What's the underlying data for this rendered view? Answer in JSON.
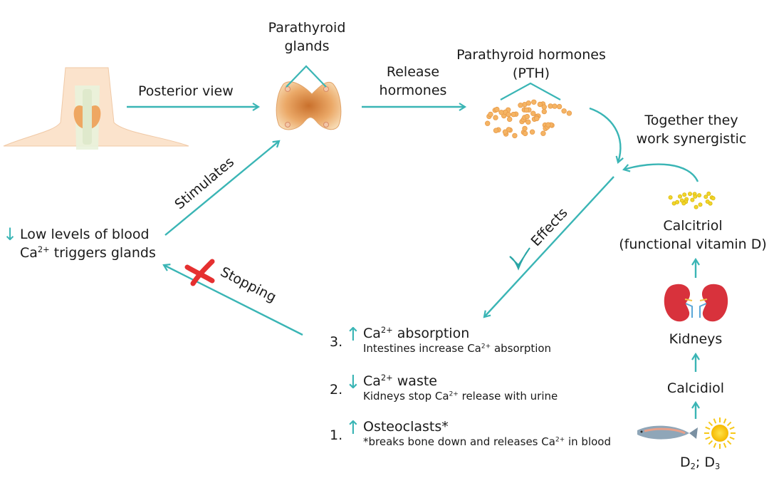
{
  "colors": {
    "arrow": "#3ab5b5",
    "cross": "#e53030",
    "gland": "#e9a866",
    "hormone": "#f5b464",
    "calcitriol": "#f2d62a",
    "kidney": "#d8323c",
    "sun": "#f7c81a",
    "fish": "#8fa6b8"
  },
  "icons": [
    "neck-illustration",
    "parathyroid-gland-icon",
    "pth-dots",
    "calcitriol-dots",
    "kidneys-icon",
    "fish-icon",
    "sun-icon",
    "red-x-icon",
    "checkmark-icon"
  ],
  "labels": {
    "parathyroid_glands": [
      "Parathyroid",
      "glands"
    ],
    "posterior_view": "Posterior view",
    "release_hormones": [
      "Release",
      "hormones"
    ],
    "pth": [
      "Parathyroid hormones",
      "(PTH)"
    ],
    "together": [
      "Together they",
      "work synergistic"
    ],
    "calcitriol": [
      "Calcitriol",
      "(functional vitamin D)"
    ],
    "kidneys": "Kidneys",
    "calcidiol": "Calcidiol",
    "d2d3": {
      "d": "D",
      "two": "2",
      "sep": "; ",
      "three": "3"
    },
    "stimulates": "Stimulates",
    "effects": "Effects",
    "stopping": "Stopping",
    "low_levels": {
      "line1": "Low levels of blood",
      "ca": "Ca",
      "sup": "2+",
      "rest": " triggers glands"
    }
  },
  "effects_list": [
    {
      "num": "3.",
      "arrow": "↑",
      "title_ca": "Ca",
      "title_sup": "2+",
      "title_rest": " absorption",
      "sub_pre": "Intestines increase Ca",
      "sub_sup": "2+",
      "sub_post": " absorption"
    },
    {
      "num": "2.",
      "arrow": "↓",
      "title_ca": "Ca",
      "title_sup": "2+",
      "title_rest": " waste",
      "sub_pre": "Kidneys stop Ca",
      "sub_sup": "2+",
      "sub_post": " release with urine"
    },
    {
      "num": "1.",
      "arrow": "↑",
      "title_ca": "Osteoclasts*",
      "title_sup": "",
      "title_rest": "",
      "sub_pre": "*breaks bone down and releases Ca",
      "sub_sup": "2+",
      "sub_post": " in blood"
    }
  ],
  "low_arrow": "↓"
}
